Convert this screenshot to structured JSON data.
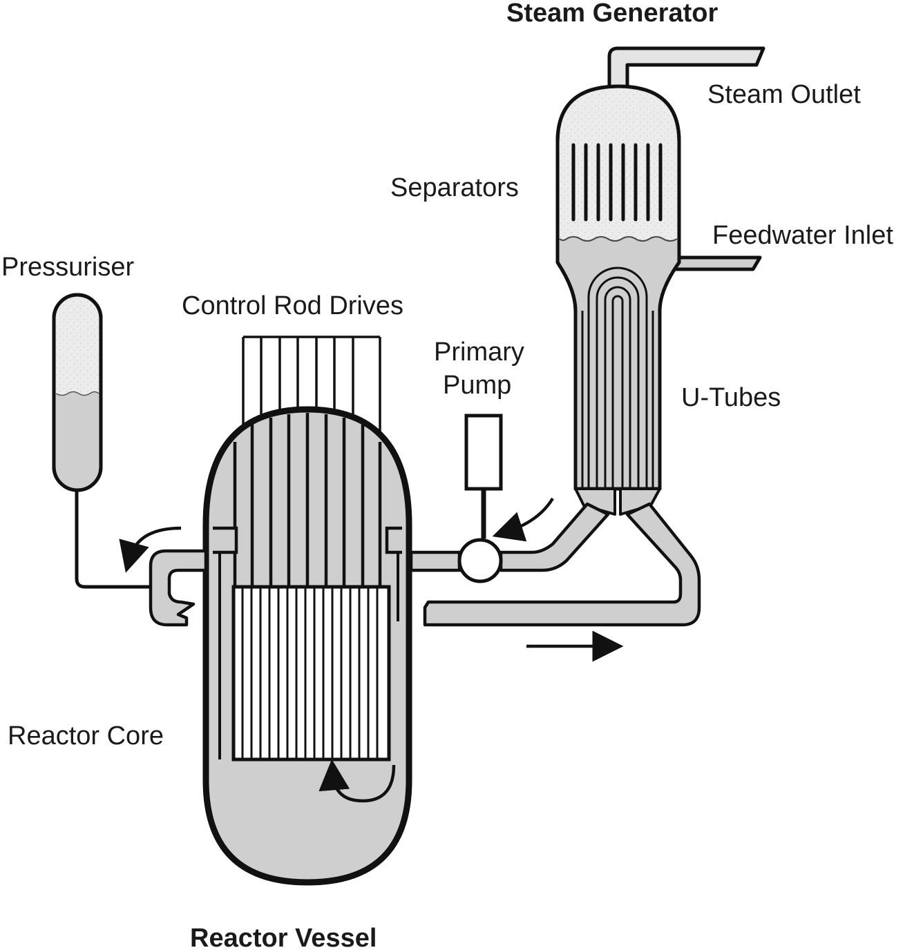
{
  "labels": {
    "steam_generator": "Steam Generator",
    "steam_outlet": "Steam Outlet",
    "separators": "Separators",
    "feedwater_inlet": "Feedwater Inlet",
    "pressuriser": "Pressuriser",
    "control_rod_drives": "Control Rod Drives",
    "primary_pump_line1": "Primary",
    "primary_pump_line2": "Pump",
    "u_tubes": "U-Tubes",
    "reactor_core": "Reactor Core",
    "reactor_vessel": "Reactor Vessel"
  },
  "colors": {
    "fill": "#cfcfcf",
    "stroke": "#111111",
    "steam": "#ebebeb",
    "light": "#dcdcdc",
    "background": "#ffffff"
  }
}
